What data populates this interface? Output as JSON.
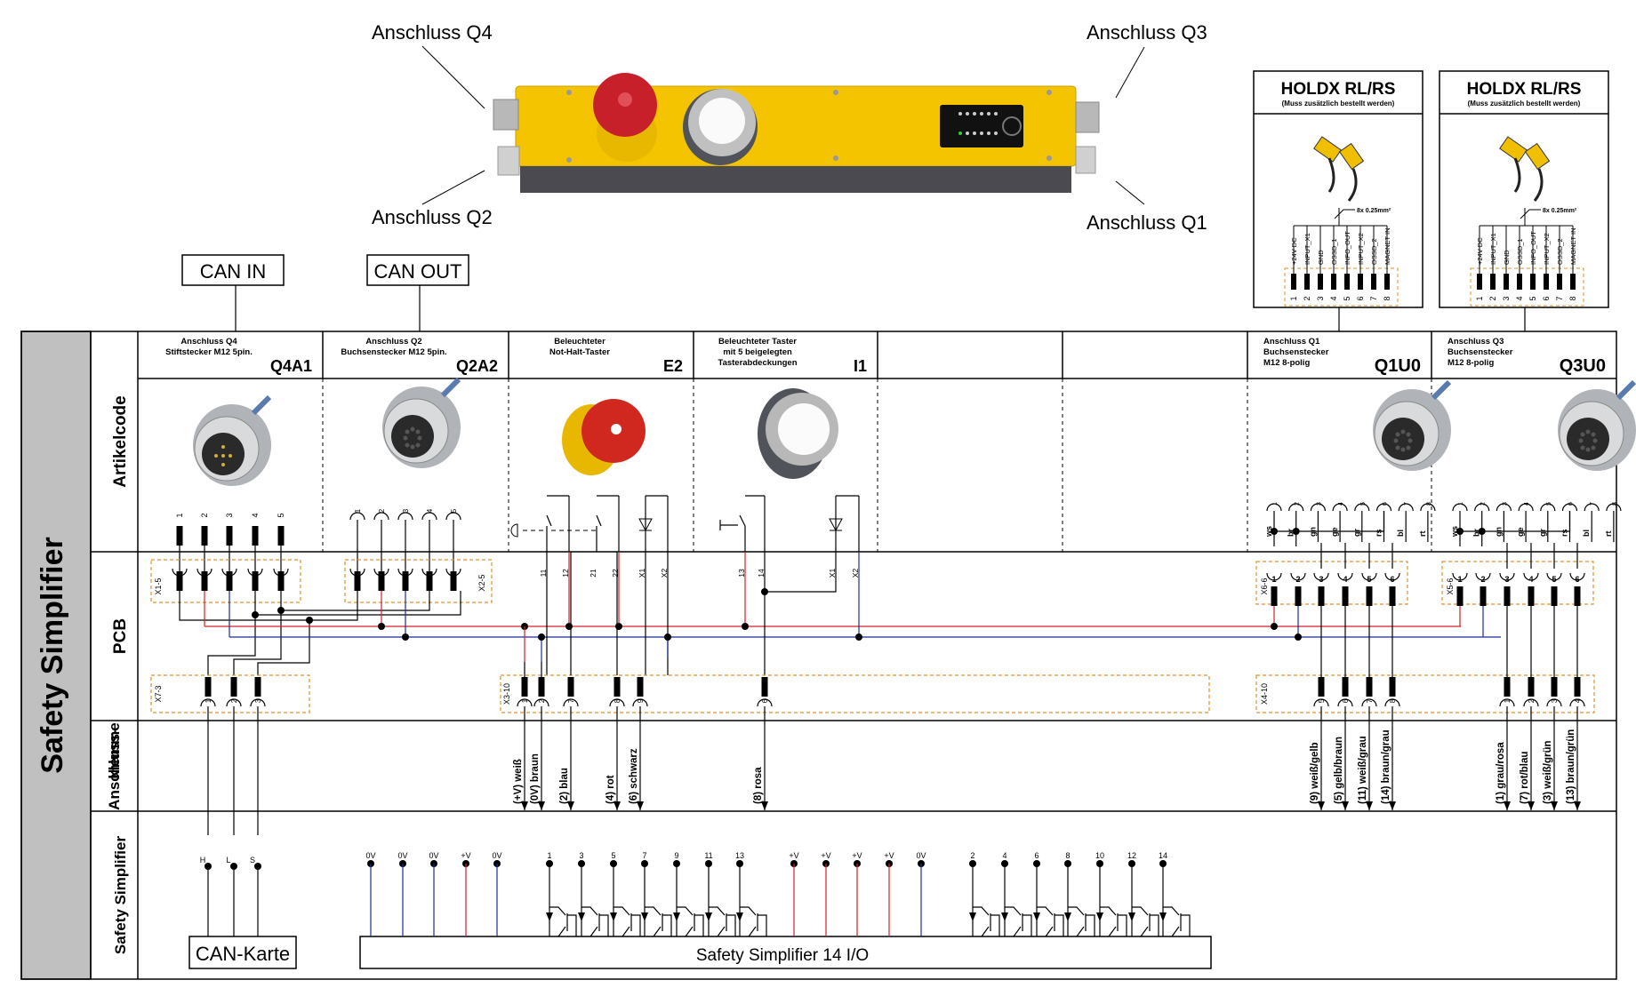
{
  "callouts": {
    "q4": "Anschluss Q4",
    "q2": "Anschluss Q2",
    "q3": "Anschluss Q3",
    "q1": "Anschluss Q1"
  },
  "can": {
    "in": "CAN IN",
    "out": "CAN OUT"
  },
  "holdx": [
    {
      "title": "HOLDX RL/RS",
      "subtitle": "(Muss zusätzlich bestellt werden)",
      "cable": "8x 0.25mm²",
      "pins": [
        "+24V DC",
        "INPUT_X1",
        "GND",
        "OSSD_1",
        "INFO_OUT",
        "INPUT_X2",
        "OSSD_2",
        "MAGNET IN"
      ],
      "numbers": [
        "1",
        "2",
        "3",
        "4",
        "5",
        "6",
        "7",
        "8"
      ]
    },
    {
      "title": "HOLDX RL/RS",
      "subtitle": "(Muss zusätzlich bestellt werden)",
      "cable": "8x 0.25mm²",
      "pins": [
        "+24V DC",
        "INPUT_X1",
        "GND",
        "OSSD_1",
        "INFO_OUT",
        "INPUT_X2",
        "OSSD_2",
        "MAGNET IN"
      ],
      "numbers": [
        "1",
        "2",
        "3",
        "4",
        "5",
        "6",
        "7",
        "8"
      ]
    }
  ],
  "table": {
    "side_title": "Safety Simplifier",
    "row_labels": [
      "Artikelcode",
      "PCB",
      "Anschluss-",
      "klemme",
      "Safety Simplifier"
    ],
    "columns": [
      {
        "desc": [
          "Anschluss Q4",
          "Stiftstecker M12 5pin."
        ],
        "code": "Q4A1",
        "pins": [
          "1",
          "2",
          "3",
          "4",
          "5"
        ]
      },
      {
        "desc": [
          "Anschluss Q2",
          "Buchsenstecker M12 5pin."
        ],
        "code": "Q2A2",
        "pins": [
          "1",
          "2",
          "3",
          "4",
          "5"
        ]
      },
      {
        "desc": [
          "Beleuchteter",
          "Not-Halt-Taster"
        ],
        "code": "E2",
        "pins": [
          "11",
          "12",
          "21",
          "22",
          "X1",
          "X2"
        ]
      },
      {
        "desc": [
          "Beleuchteter Taster",
          "mit 5 beigelegten",
          "Tasterabdeckungen"
        ],
        "code": "I1",
        "pins": [
          "13",
          "14",
          "X1",
          "X2"
        ]
      },
      {
        "desc": [],
        "code": ""
      },
      {
        "desc": [],
        "code": ""
      },
      {
        "desc": [
          "Anschluss Q1",
          "Buchsenstecker",
          "M12 8-polig"
        ],
        "code": "Q1U0",
        "pins": [
          "1",
          "2",
          "3",
          "4",
          "5",
          "6",
          "7",
          "8"
        ],
        "colors": [
          "ws",
          "br",
          "gn",
          "ge",
          "gr",
          "rs",
          "bl",
          "rt"
        ]
      },
      {
        "desc": [
          "Anschluss Q3",
          "Buchsenstecker",
          "M12 8-polig"
        ],
        "code": "Q3U0",
        "pins": [
          "1",
          "2",
          "3",
          "4",
          "5",
          "6",
          "7",
          "8"
        ],
        "colors": [
          "ws",
          "br",
          "gn",
          "ge",
          "gr",
          "rs",
          "bl",
          "rt"
        ]
      }
    ],
    "pcb_connectors": {
      "x1": {
        "name": "X1-5",
        "pins": [
          "1",
          "2",
          "3",
          "4",
          "5"
        ]
      },
      "x2": {
        "name": "X2-5",
        "pins": [
          "1",
          "2",
          "3",
          "4",
          "5"
        ]
      },
      "x7": {
        "name": "X7-3",
        "pins": [
          "1",
          "2",
          "3"
        ]
      },
      "x3": {
        "name": "X3-10",
        "pins": [
          "1",
          "2",
          "7",
          "8",
          "9",
          "6"
        ]
      },
      "x6": {
        "name": "X6-6",
        "pins": [
          "1",
          "2",
          "3",
          "4",
          "5",
          "6"
        ]
      },
      "x5": {
        "name": "X5-6",
        "pins": [
          "1",
          "2",
          "3",
          "4",
          "5",
          "6"
        ]
      },
      "x4": {
        "name": "X4-10",
        "pins": [
          "5",
          "6",
          "7",
          "8",
          "1",
          "2",
          "3",
          "4"
        ]
      }
    },
    "terminals": {
      "mid": [
        "(+V) weiß",
        "(0V) braun",
        "(2) blau",
        "(4) rot",
        "(6) schwarz",
        "(8) rosa"
      ],
      "q1": [
        "(9) weiß/gelb",
        "(5) gelb/braun",
        "(11) weiß/grau",
        "(14) braun/grau"
      ],
      "q3": [
        "(1) grau/rosa",
        "(7) rot/blau",
        "(3) weiß/grün",
        "(13) braun/grün"
      ]
    },
    "simplifier": {
      "can_pins": [
        "H",
        "L",
        "S"
      ],
      "can_card": "CAN-Karte",
      "power_pins": [
        "0V",
        "0V",
        "0V",
        "+V",
        "0V"
      ],
      "odd_inputs": [
        "1",
        "3",
        "5",
        "7",
        "9",
        "11",
        "13"
      ],
      "mid_power": [
        "+V",
        "+V",
        "+V",
        "+V",
        "0V"
      ],
      "even_inputs": [
        "2",
        "4",
        "6",
        "8",
        "10",
        "12",
        "14"
      ],
      "module": "Safety Simplifier 14 I/O"
    }
  },
  "colors": {
    "plus": "#d0202a",
    "minus": "#1a2a9a",
    "dash": "#e0902a",
    "device": "#f5c400",
    "side": "#c0c0c0"
  }
}
